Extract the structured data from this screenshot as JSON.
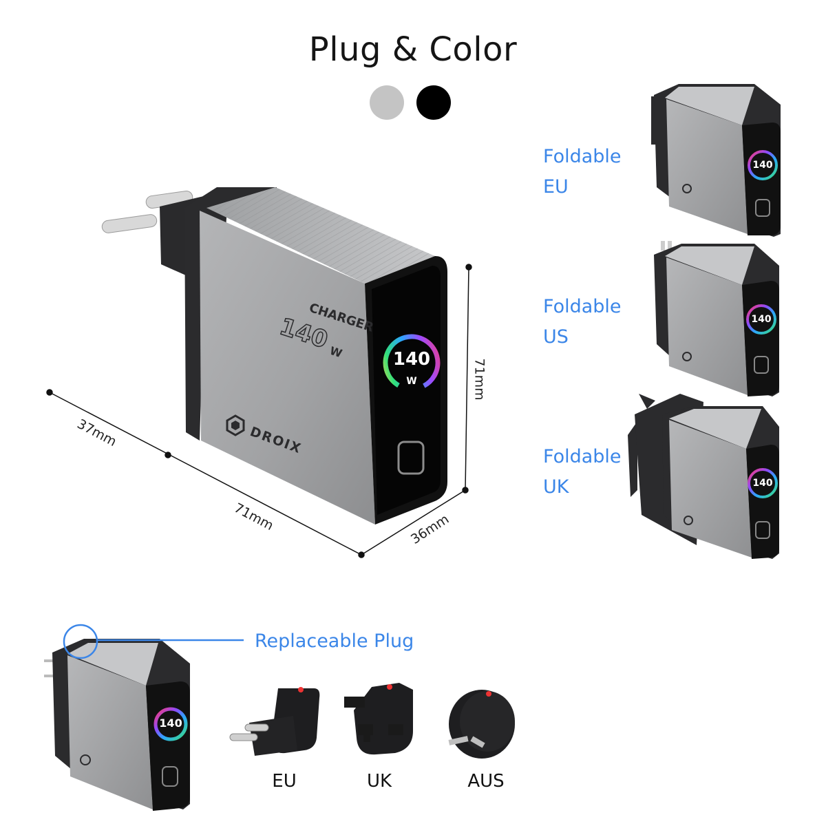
{
  "title": "Plug & Color",
  "colors": {
    "swatch_gray": "#c4c4c4",
    "swatch_black": "#000000",
    "accent_blue": "#3b86e8",
    "body_gray": "#9a9b9d",
    "body_dark": "#2b2b2d"
  },
  "dimensions": {
    "depth_plug": "37mm",
    "width": "71mm",
    "height": "71mm",
    "depth_body": "36mm"
  },
  "charger": {
    "brand": "DROIX",
    "model_line": "CHARGER",
    "power_number": "140",
    "power_unit": "W",
    "display_value": "140",
    "display_unit": "W"
  },
  "variants": [
    {
      "line1": "Foldable",
      "line2": "EU"
    },
    {
      "line1": "Foldable",
      "line2": "US"
    },
    {
      "line1": "Foldable",
      "line2": "UK"
    }
  ],
  "replaceable_label": "Replaceable Plug",
  "plug_types": [
    "EU",
    "UK",
    "AUS"
  ]
}
